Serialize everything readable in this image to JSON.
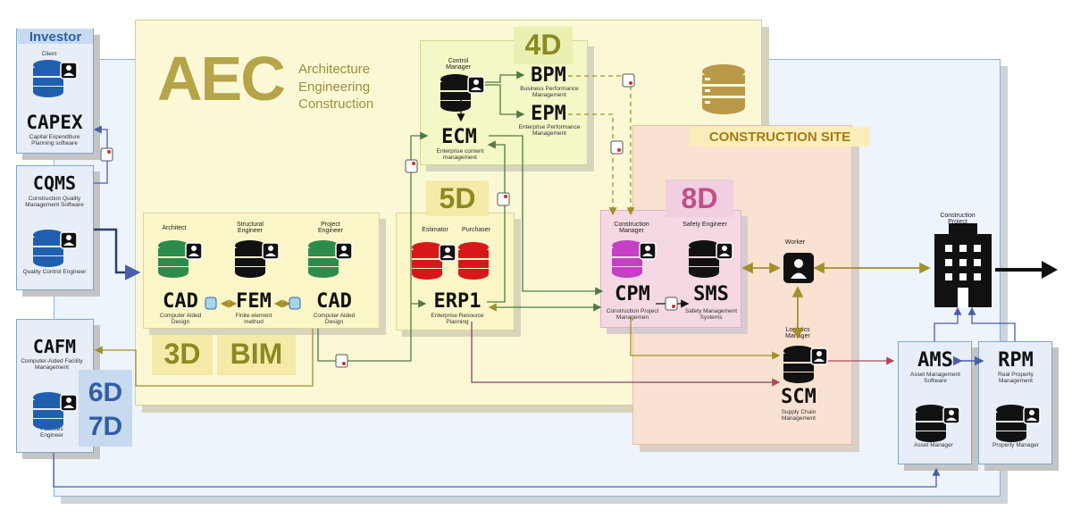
{
  "title": {
    "abbr": "AEC",
    "line1": "Architecture",
    "line2": "Engineering",
    "line3": "Construction"
  },
  "investor": {
    "label": "Investor",
    "client": "Client",
    "capex": "CAPEX",
    "capex_sub": "Capital Expenditure Planning software"
  },
  "cqms": {
    "abbr": "CQMS",
    "sub": "Construction Quality Management Software",
    "role": "Quality Control Engineer"
  },
  "cafm": {
    "abbr": "CAFM",
    "sub": "Computer-Aided Facility Management",
    "role": "Facilities Engineer",
    "dim6": "6D",
    "dim7": "7D"
  },
  "design": {
    "architect": "Architect",
    "structural": "Structural Engineer",
    "project": "Project Engineer",
    "cad1": "CAD",
    "cad1_sub": "Computer Aided Design",
    "fem": "FEM",
    "fem_sub": "Finite element method",
    "cad2": "CAD",
    "cad2_sub": "Computer Aided Design",
    "dim3": "3D",
    "bim": "BIM"
  },
  "control": {
    "role": "Control Manager",
    "ecm": "ECM",
    "ecm_sub": "Enterprise content management",
    "dim": "4D",
    "bpm": "BPM",
    "bpm_sub": "Business Performance Management",
    "epm": "EPM",
    "epm_sub": "Enterprise Performance Management"
  },
  "erp": {
    "dim": "5D",
    "estimator": "Estimator",
    "purchaser": "Purchaser",
    "abbr": "ERP1",
    "sub": "Enterprise Resource Planning"
  },
  "site": {
    "label": "CONSTRUCTION SITE",
    "dim": "8D",
    "cm": "Construction Manager",
    "safety": "Safety Engineer",
    "cpm": "CPM",
    "cpm_sub": "Construction Project Managemen",
    "sms": "SMS",
    "sms_sub": "Safety Management Systems",
    "worker": "Worker",
    "logistics": "Logistics Manager",
    "scm": "SCM",
    "scm_sub": "Supply Chain Management"
  },
  "project": {
    "label": "Construction Project"
  },
  "assets": {
    "ams": "AMS",
    "ams_sub": "Asset Management Software",
    "am": "Asset Manager",
    "rpm": "RPM",
    "rpm_sub": "Real Property Management",
    "pm": "Property Manager"
  },
  "colors": {
    "aec_gold": "#b5a448",
    "yellow_bg": "#fbf8d8",
    "site_bg": "#f8e3d3",
    "blue_bg": "#edf3fb",
    "blue_border": "#7ea6cc",
    "dim_blue": "#2f5fa4",
    "dim_olive": "#8b8a22",
    "dim_magenta": "#c0508a",
    "green_db": "#2e8b4e",
    "red_db": "#d81818",
    "purple_db": "#c441c4"
  }
}
